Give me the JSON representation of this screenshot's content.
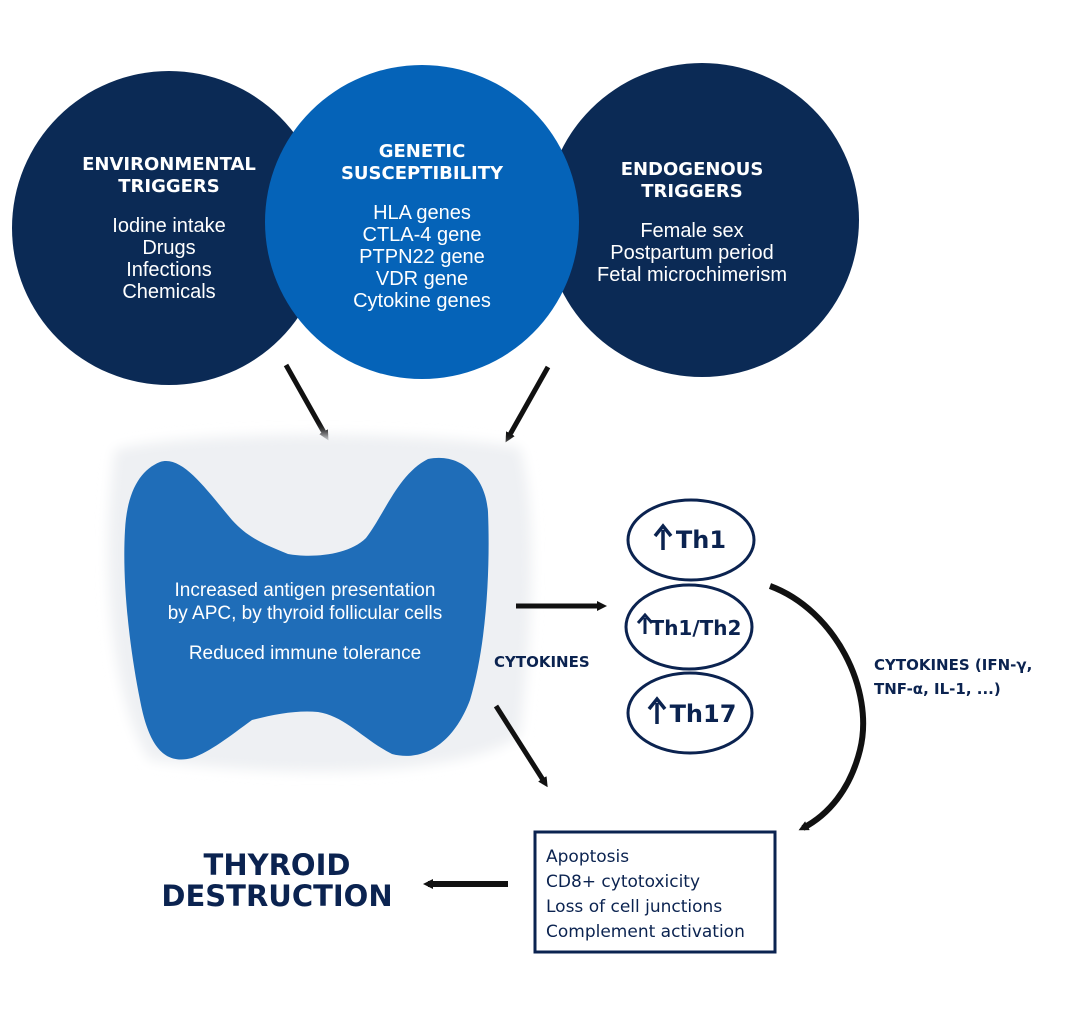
{
  "circles": {
    "environmental": {
      "title_line1": "ENVIRONMENTAL",
      "title_line2": "TRIGGERS",
      "items": [
        "Iodine intake",
        "Drugs",
        "Infections",
        "Chemicals"
      ]
    },
    "genetic": {
      "title_line1": "GENETIC",
      "title_line2": "SUSCEPTIBILITY",
      "items": [
        "HLA genes",
        "CTLA-4 gene",
        "PTPN22 gene",
        "VDR gene",
        "Cytokine genes"
      ]
    },
    "endogenous": {
      "title_line1": "ENDOGENOUS",
      "title_line2": "TRIGGERS",
      "items": [
        "Female sex",
        "Postpartum period",
        "Fetal microchimerism"
      ]
    }
  },
  "thyroid": {
    "line1": "Increased antigen presentation",
    "line2": "by APC, by thyroid follicular cells",
    "line3": "Reduced immune tolerance"
  },
  "th_cells": {
    "th1": "Th1",
    "th1_th2": "Th1/Th2",
    "th17": "Th17"
  },
  "cytokines_left": "CYTOKINES",
  "cytokines_right": {
    "line1": "CYTOKINES (IFN-γ,",
    "line2": "TNF-α, IL-1, ...)"
  },
  "effects_box": {
    "items": [
      "Apoptosis",
      "CD8+ cytotoxicity",
      "Loss of cell junctions",
      "Complement activation"
    ]
  },
  "destruction": {
    "line1": "THYROID",
    "line2": "DESTRUCTION"
  },
  "colors": {
    "navy": "#0b2a55",
    "blue": "#0563b8",
    "thyroid": "#1f6db8",
    "text_dark": "#0b2350"
  }
}
